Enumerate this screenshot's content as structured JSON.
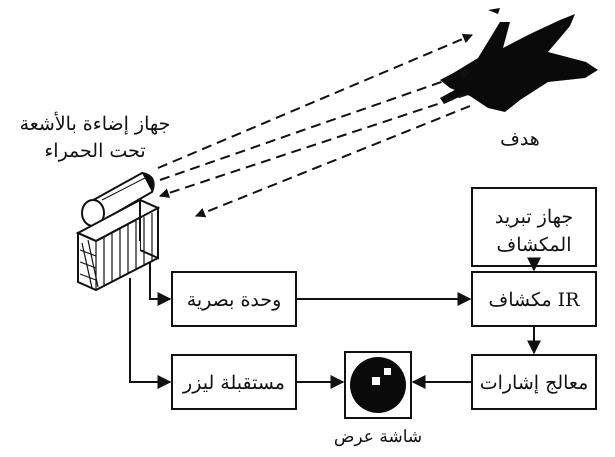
{
  "labels": {
    "illuminator_line1": "جهاز إضاءة بالأشعة",
    "illuminator_line2": "تحت الحمراء",
    "target": "هدف",
    "cooler_line1": "جهاز تبريد",
    "cooler_line2": "المكشاف",
    "optical_unit": "وحدة بصرية",
    "ir_detector": "مكشاف IR",
    "laser_receiver": "مستقبلة ليزر",
    "display_screen": "شاشة عرض",
    "signal_processor": "معالج إشارات"
  },
  "colors": {
    "line": "#111111",
    "fill_dark": "#0a0a0a",
    "background": "#ffffff"
  }
}
